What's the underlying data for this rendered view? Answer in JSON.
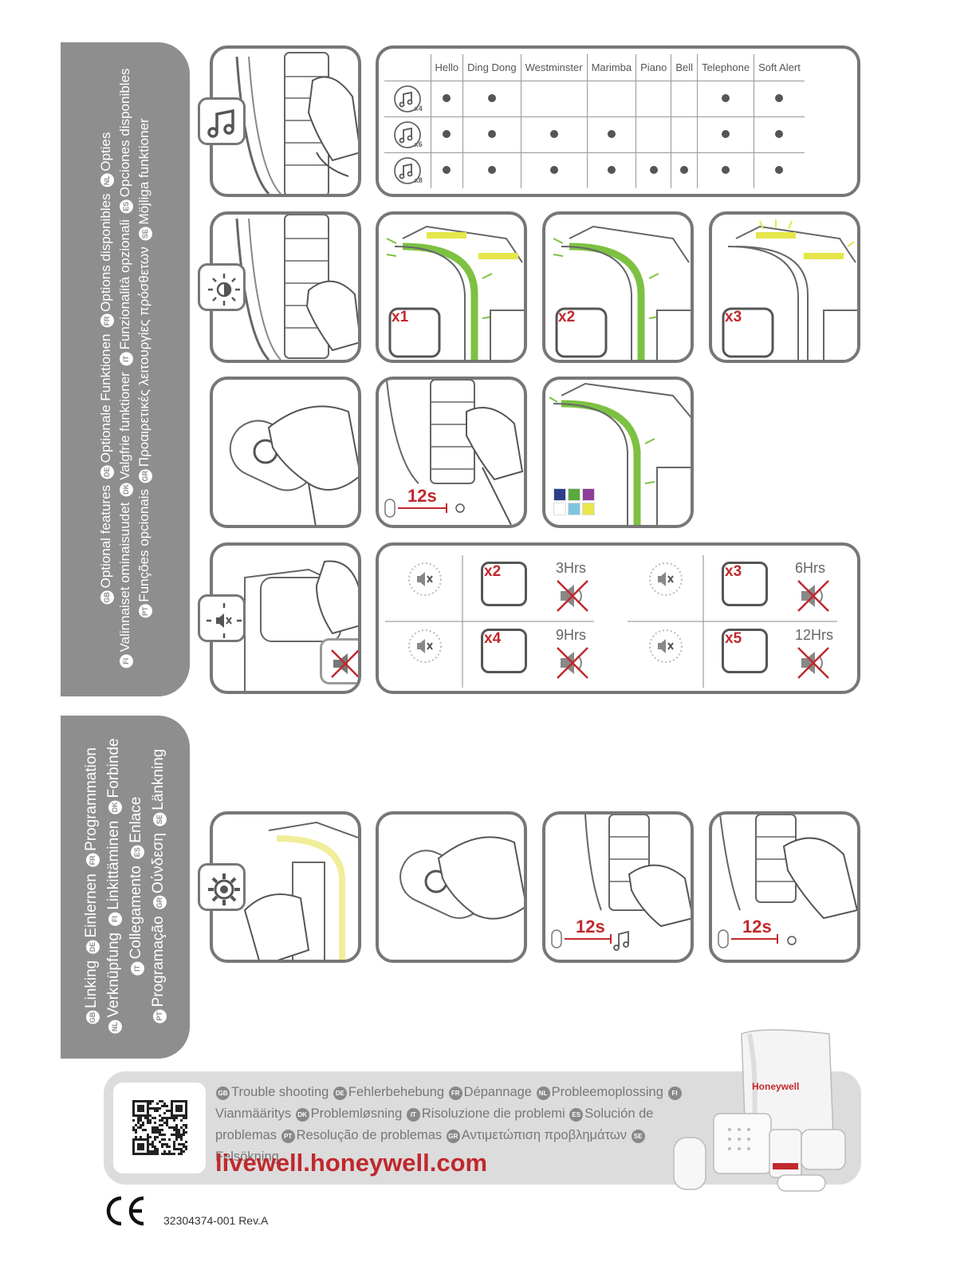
{
  "optional_features": {
    "lines": [
      [
        {
          "badge": "GB",
          "text": "Optional features"
        },
        {
          "badge": "DE",
          "text": "Optionale Funktionen"
        },
        {
          "badge": "FR",
          "text": "Options disponibles"
        },
        {
          "badge": "NL",
          "text": "Opties"
        }
      ],
      [
        {
          "badge": "FI",
          "text": "Valinnaiset ominaisuudet"
        },
        {
          "badge": "DK",
          "text": "Valgfrie funktioner"
        },
        {
          "badge": "IT",
          "text": "Funzionalità opzionali"
        },
        {
          "badge": "ES",
          "text": "Opciones disponibles"
        }
      ],
      [
        {
          "badge": "PT",
          "text": "Funções opcionais"
        },
        {
          "badge": "GR",
          "text": "Προαιρετικές λειτουργίες πρόσθετων"
        },
        {
          "badge": "SE",
          "text": "Möjliga funktioner"
        }
      ]
    ]
  },
  "linking": {
    "lines": [
      [
        {
          "badge": "GB",
          "text": "Linking"
        },
        {
          "badge": "DE",
          "text": "Einlernen"
        },
        {
          "badge": "FR",
          "text": "Programmation"
        }
      ],
      [
        {
          "badge": "NL",
          "text": "Verknüpfung"
        },
        {
          "badge": "FI",
          "text": "Linkittäminen"
        },
        {
          "badge": "DK",
          "text": "Forbinde"
        }
      ],
      [
        {
          "badge": "IT",
          "text": "Collegamento"
        },
        {
          "badge": "ES",
          "text": "Enlace"
        }
      ],
      [
        {
          "badge": "PT",
          "text": "Programação"
        },
        {
          "badge": "GR",
          "text": "Ούνδεση"
        },
        {
          "badge": "SE",
          "text": "Länkning"
        }
      ]
    ]
  },
  "tone_table": {
    "headers": [
      "Hello",
      "Ding Dong",
      "Westminster",
      "Marimba",
      "Piano",
      "Bell",
      "Telephone",
      "Soft Alert"
    ],
    "rows": [
      {
        "icon": "music-note-icon",
        "multiplier": "x4",
        "cells": [
          true,
          true,
          false,
          false,
          false,
          false,
          true,
          true
        ]
      },
      {
        "icon": "music-note-icon",
        "multiplier": "x6",
        "cells": [
          true,
          true,
          true,
          true,
          false,
          false,
          true,
          true
        ]
      },
      {
        "icon": "music-note-icon",
        "multiplier": "x8",
        "cells": [
          true,
          true,
          true,
          true,
          true,
          true,
          true,
          true
        ]
      }
    ]
  },
  "brightness_steps": [
    "x1",
    "x2",
    "x3"
  ],
  "hold": {
    "seconds": "12s"
  },
  "color_swatches": [
    "#2c3e8c",
    "#5aaa3c",
    "#8e3f99",
    "#ffffff",
    "#7fc5e0",
    "#e8e64a"
  ],
  "mute": [
    {
      "press": "x2",
      "duration": "3Hrs"
    },
    {
      "press": "x3",
      "duration": "6Hrs"
    },
    {
      "press": "x4",
      "duration": "9Hrs"
    },
    {
      "press": "x5",
      "duration": "12Hrs"
    }
  ],
  "linking_steps": [
    {
      "seconds": "12s",
      "target": "music-note-icon"
    },
    {
      "seconds": "12s",
      "target": "brightness-icon"
    }
  ],
  "troubleshooting": {
    "items": [
      {
        "badge": "GB",
        "text": "Trouble shooting"
      },
      {
        "badge": "DE",
        "text": "Fehlerbehebung"
      },
      {
        "badge": "FR",
        "text": "Dépannage"
      },
      {
        "badge": "NL",
        "text": "Probleemoplossing"
      },
      {
        "badge": "FI",
        "text": "Vianmääritys"
      },
      {
        "badge": "DK",
        "text": "Problemløsning"
      },
      {
        "badge": "IT",
        "text": "Risoluzione die problemi"
      },
      {
        "badge": "ES",
        "text": "Solución de problemas"
      },
      {
        "badge": "PT",
        "text": "Resolução de problemas"
      },
      {
        "badge": "GR",
        "text": "Αντιμετώπιση προβλημάτων"
      },
      {
        "badge": "SE",
        "text": "Felsökning"
      }
    ],
    "url": "livewell.honeywell.com"
  },
  "brand": "Honeywell",
  "ce_mark": "CE",
  "part_number": "32304374-001 Rev.A",
  "colors": {
    "accent_red": "#c0282d",
    "panel_border": "#777777",
    "tab_grey": "#8e8e8e",
    "glow_green": "#7dc142",
    "footer_grey": "#dcdcdc"
  }
}
